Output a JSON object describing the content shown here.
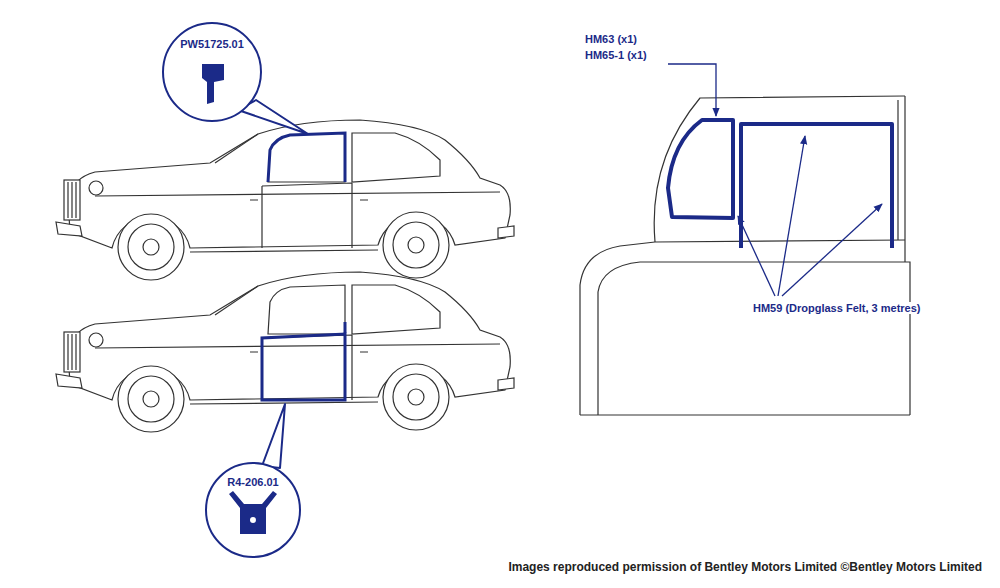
{
  "diagram": {
    "caption": "Images reproduced permission of Bentley Motors Limited ©Bentley Motors Limited",
    "nodes": [
      {
        "text": [
          "PW51725.01"
        ]
      },
      {
        "text": [
          "R4-206.01"
        ]
      }
    ],
    "labels": [
      "HM63 (x1)",
      "HM65-1 (x1)",
      "HM59 (Dropglass Felt, 3 metres)"
    ]
  }
}
